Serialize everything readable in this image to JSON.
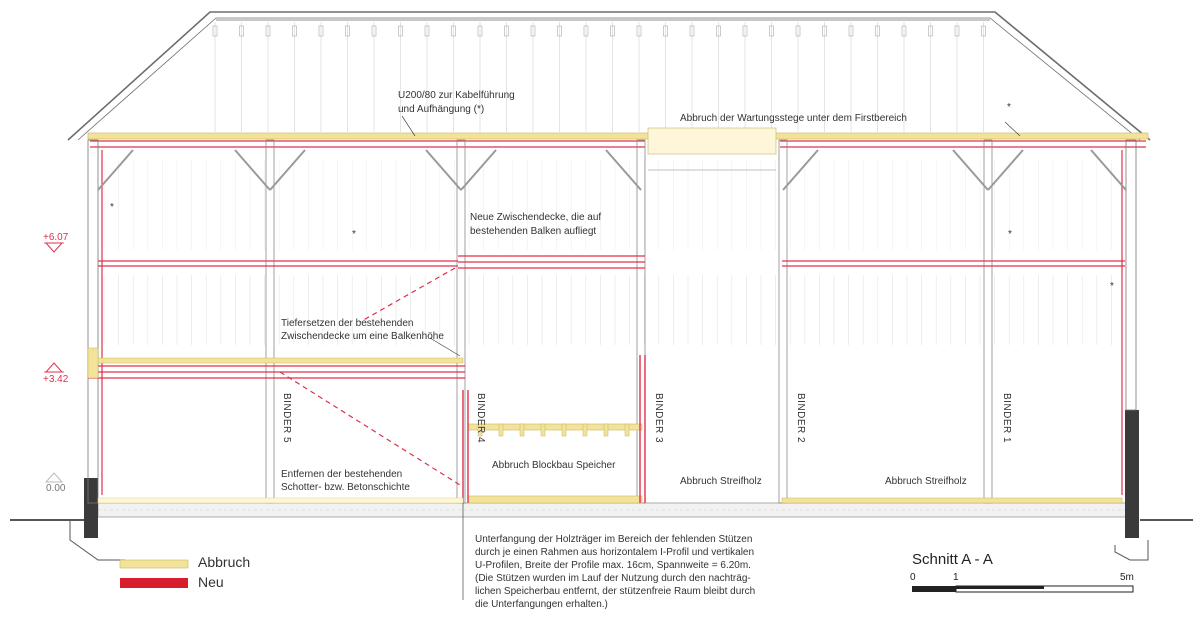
{
  "annotations": {
    "kabel": [
      "U200/80  zur Kabelführung",
      "und Aufhängung (*)"
    ],
    "wartung": "Abbruch der Wartungsstege unter dem Firstbereich",
    "zwischendecke": [
      "Neue Zwischendecke, die auf",
      "bestehenden Balken aufliegt"
    ],
    "tiefersetzen": [
      "Tiefersetzen der bestehenden",
      "Zwischendecke um eine Balkenhöhe"
    ],
    "entfernen": [
      "Entfernen der bestehenden",
      "Schotter- bzw. Betonschichte"
    ],
    "blockbau": "Abbruch Blockbau Speicher",
    "streifholz1": "Abbruch Streifholz",
    "streifholz2": "Abbruch Streifholz",
    "unterfangung": [
      "Unterfangung der Holzträger im Bereich der fehlenden Stützen",
      "durch je einen Rahmen aus horizontalem I-Profil und vertikalen",
      "U-Profilen, Breite der Profile max. 16cm, Spannweite = 6.20m.",
      "(Die Stützen wurden im Lauf der Nutzung durch den nachträg-",
      "lichen Speicherbau entfernt, der stützenfreie Raum bleibt durch",
      "die Unterfangungen erhalten.)"
    ]
  },
  "levels": {
    "upper": "+6.07",
    "middle": "+3.42",
    "ground": "0.00"
  },
  "binders": [
    "BINDER 5",
    "BINDER 4",
    "BINDER 3",
    "BINDER 2",
    "BINDER 1"
  ],
  "asterisk": "*",
  "legend": {
    "abbruch": {
      "label": "Abbruch",
      "color": "#f3e39a"
    },
    "neu": {
      "label": "Neu",
      "color": "#d81e2c"
    }
  },
  "title": "Schnitt A - A",
  "scale": {
    "zero": "0",
    "one": "1",
    "five": "5m"
  },
  "colors": {
    "line": "#6d6d6d",
    "faint": "#bdbdbd",
    "red": "#e0304a",
    "yellow": "#f3e39a",
    "dark": "#3a3a3a"
  }
}
